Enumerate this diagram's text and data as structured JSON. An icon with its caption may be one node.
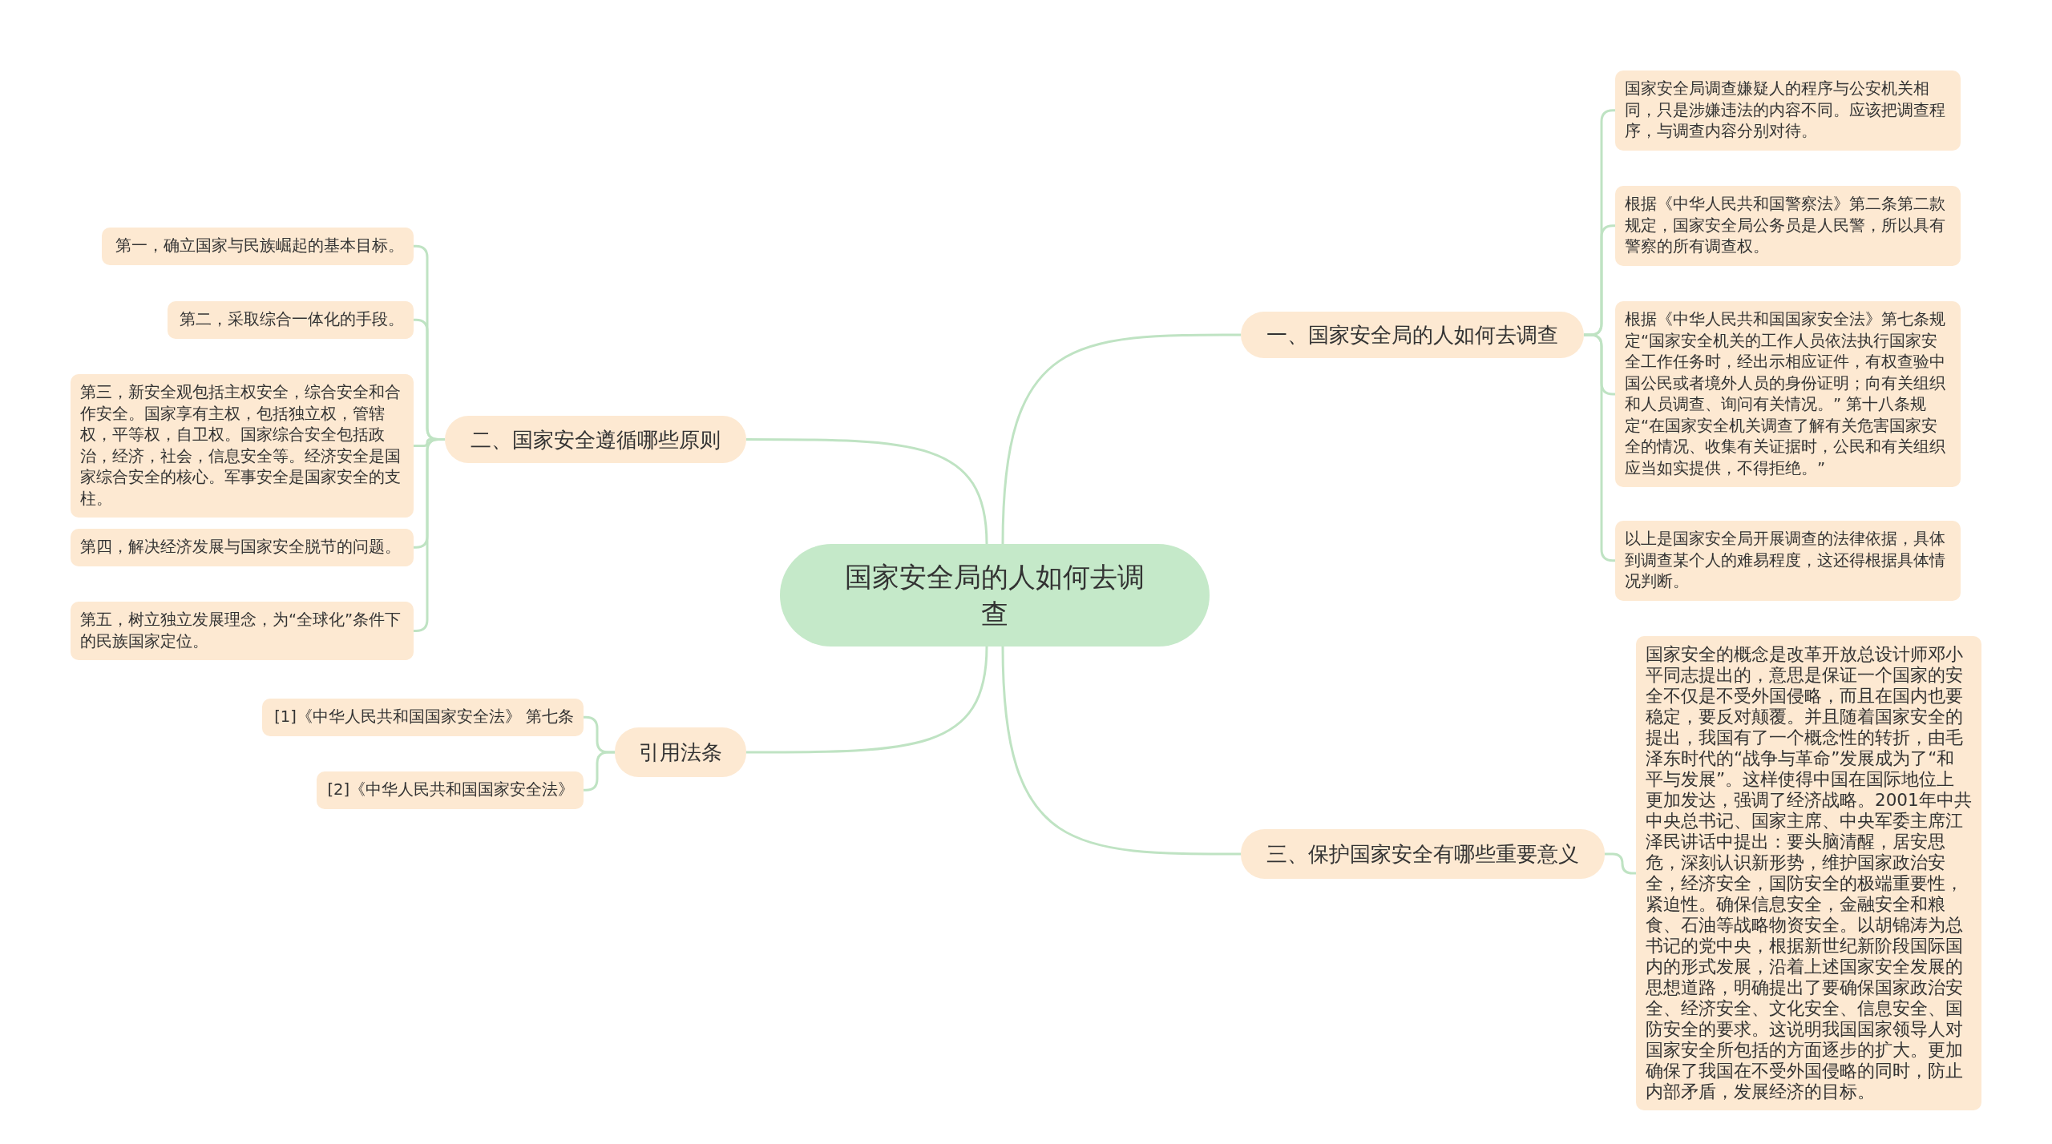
{
  "diagram": {
    "nodes": [
      {
        "text": [
          "国家安全局的人如何去调查"
        ]
      },
      {
        "text": [
          "一、国家安全局的人如何去调查"
        ]
      },
      {
        "text": [
          "国家安全局调查嫌疑人的程序与公安机关相同，只是涉嫌违法的内容不同。应该把调查程序，与调查内容分别对待。"
        ]
      },
      {
        "text": [
          "根据《中华人民共和国警察法》第二条第二款规定，国家安全局公务员是人民警，所以具有警察的所有调查权。"
        ]
      },
      {
        "text": [
          "根据《中华人民共和国国家安全法》第七条规定“国家安全机关的工作人员依法执行国家安全工作任务时，经出示相应证件，有权查验中国公民或者境外人员的身份证明；向有关组织和人员调查、询问有关情况。” 第十八条规定“在国家安全机关调查了解有关危害国家安全的情况、收集有关证据时，公民和有关组织应当如实提供，不得拒绝。”"
        ]
      },
      {
        "text": [
          "以上是国家安全局开展调查的法律依据，具体到调查某个人的难易程度，这还得根据具体情况判断。"
        ]
      },
      {
        "text": [
          "二、国家安全遵循哪些原则"
        ]
      },
      {
        "text": [
          "第一，确立国家与民族崛起的基本目标。"
        ]
      },
      {
        "text": [
          "第二，采取综合一体化的手段。"
        ]
      },
      {
        "text": [
          "第三，新安全观包括主权安全，综合安全和合作安全。国家享有主权，包括独立权，管辖权，平等权，自卫权。国家综合安全包括政治，经济，社会，信息安全等。经济安全是国家综合安全的核心。军事安全是国家安全的支柱。"
        ]
      },
      {
        "text": [
          "第四，解决经济发展与国家安全脱节的问题。"
        ]
      },
      {
        "text": [
          "第五，树立独立发展理念，为“全球化”条件下的民族国家定位。"
        ]
      },
      {
        "text": [
          "引用法条"
        ]
      },
      {
        "text": [
          "[1]《中华人民共和国国家安全法》 第七条"
        ]
      },
      {
        "text": [
          "[2]《中华人民共和国国家安全法》"
        ]
      },
      {
        "text": [
          "三、保护国家安全有哪些重要意义"
        ]
      },
      {
        "text": [
          "国家安全的概念是改革开放总设计师邓小平同志提出的，意思是保证一个国家的安全不仅是不受外国侵略，而且在国内也要稳定，要反对颠覆。并且随着国家安全的提出，我国有了一个概念性的转折，由毛泽东时代的“战争与革命”发展成为了“和平与发展”。这样使得中国在国际地位上更加发达，强调了经济战略。2001年中共中央总书记、国家主席、中央军委主席江泽民讲话中提出：要头脑清醒，居安思危，深刻认识新形势，维护国家政治安全，经济安全，国防安全的极端重要性，紧迫性。确保信息安全，金融安全和粮食、石油等战略物资安全。以胡锦涛为总书记的党中央，根据新世纪新阶段国际国内的形式发展，沿着上述国家安全发展的思想道路，明确提出了要确保国家政治安全、经济安全、文化安全、信息安全、国防安全的要求。这说明我国国家领导人对国家安全所包括的方面逐步的扩大。更加确保了我国在不受外国侵略的同时，防止内部矛盾，发展经济的目标。"
        ]
      }
    ],
    "edges": [
      {
        "from": 0,
        "to": 1,
        "arrow": "none"
      },
      {
        "from": 1,
        "to": 2,
        "arrow": "none"
      },
      {
        "from": 1,
        "to": 3,
        "arrow": "none"
      },
      {
        "from": 1,
        "to": 4,
        "arrow": "none"
      },
      {
        "from": 1,
        "to": 5,
        "arrow": "none"
      },
      {
        "from": 0,
        "to": 6,
        "arrow": "none"
      },
      {
        "from": 6,
        "to": 7,
        "arrow": "none"
      },
      {
        "from": 6,
        "to": 8,
        "arrow": "none"
      },
      {
        "from": 6,
        "to": 9,
        "arrow": "none"
      },
      {
        "from": 6,
        "to": 10,
        "arrow": "none"
      },
      {
        "from": 6,
        "to": 11,
        "arrow": "none"
      },
      {
        "from": 0,
        "to": 12,
        "arrow": "none"
      },
      {
        "from": 12,
        "to": 13,
        "arrow": "none"
      },
      {
        "from": 12,
        "to": 14,
        "arrow": "none"
      },
      {
        "from": 0,
        "to": 15,
        "arrow": "none"
      },
      {
        "from": 15,
        "to": 16,
        "arrow": "none"
      }
    ]
  }
}
